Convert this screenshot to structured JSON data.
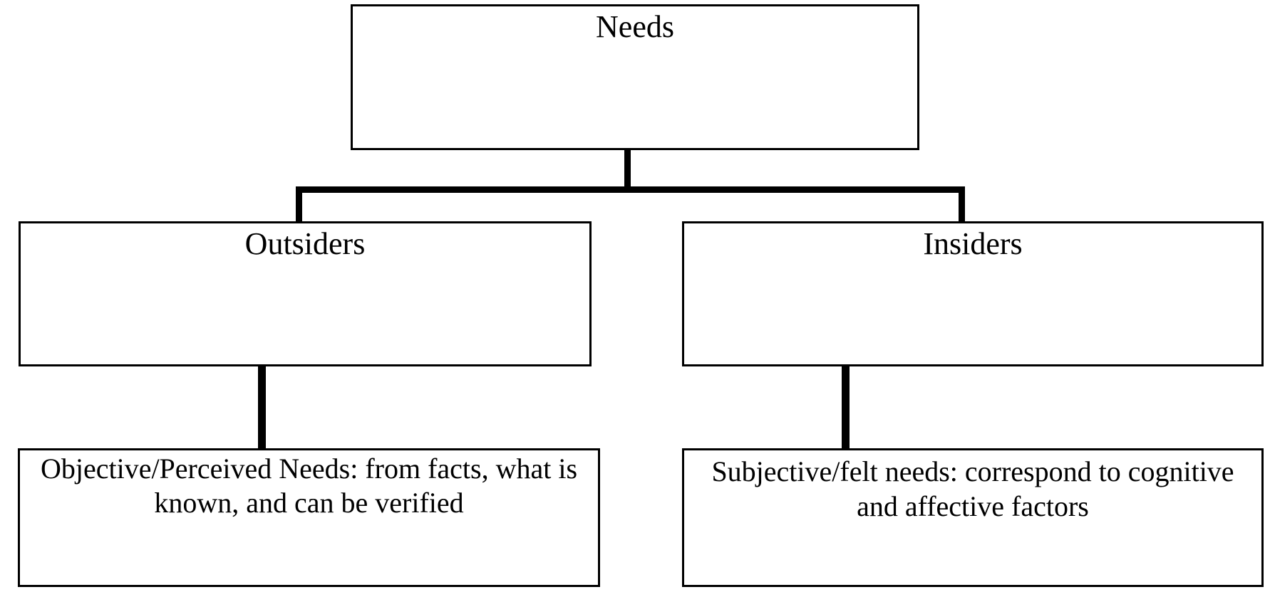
{
  "diagram": {
    "title": "Needs hierarchy diagram",
    "background_color": "#FFFFFF",
    "line_color": "#000000",
    "text_color": "#000000",
    "nodes": {
      "root": {
        "label": "Needs"
      },
      "left_branch": {
        "label": "Outsiders"
      },
      "right_branch": {
        "label": "Insiders"
      },
      "left_leaf": {
        "label": "Objective/Perceived Needs: from facts, what is known, and can be verified"
      },
      "right_leaf": {
        "label": "Subjective/felt needs: correspond to cognitive and affective factors"
      }
    },
    "connectors": [
      {
        "name": "root-to-split",
        "from": "root",
        "to": "split-bar"
      },
      {
        "name": "split-bar-to-outsiders",
        "from": "split-bar",
        "to": "left_branch"
      },
      {
        "name": "split-bar-to-insiders",
        "from": "split-bar",
        "to": "right_branch"
      },
      {
        "name": "outsiders-to-objective",
        "from": "left_branch",
        "to": "left_leaf"
      },
      {
        "name": "insiders-to-subjective",
        "from": "right_branch",
        "to": "right_leaf"
      }
    ]
  }
}
